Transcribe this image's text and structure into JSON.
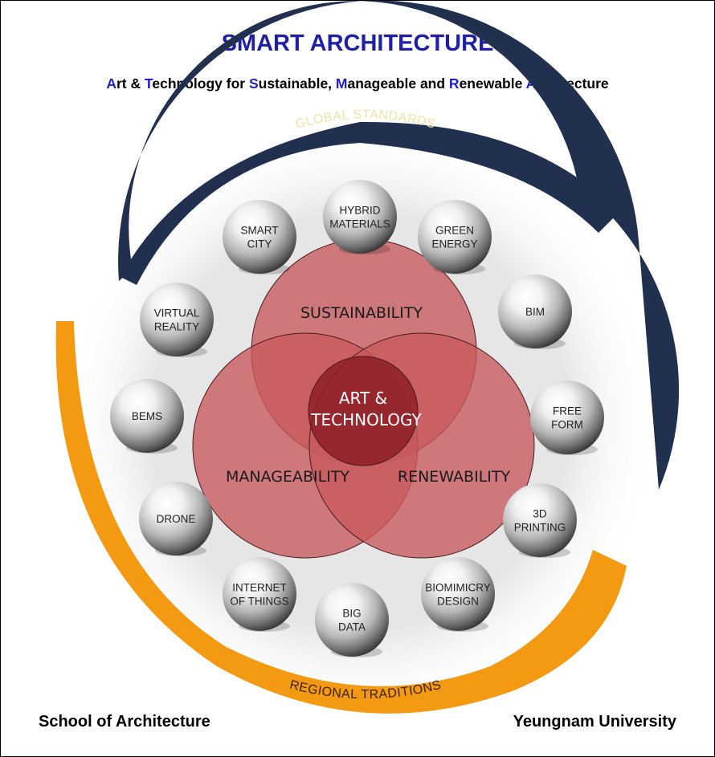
{
  "title": "SMART ARCHITECTURE",
  "subtitle": [
    {
      "hl": "A",
      "rest": "rt & "
    },
    {
      "hl": "T",
      "rest": "echnology for "
    },
    {
      "hl": "S",
      "rest": "ustainable, "
    },
    {
      "hl": "M",
      "rest": "anageable and "
    },
    {
      "hl": "R",
      "rest": "enewable "
    },
    {
      "hl": "A",
      "rest": "rchitecture"
    }
  ],
  "arcs": {
    "top": "GLOBAL STANDARDS",
    "bottom": "REGIONAL TRADITIONS"
  },
  "venn": {
    "top": "SUSTAINABILITY",
    "left": "MANAGEABILITY",
    "right": "RENEWABILITY",
    "center": [
      "ART &",
      "TECHNOLOGY"
    ]
  },
  "spheres": [
    {
      "lines": [
        "HYBRID",
        "MATERIALS"
      ]
    },
    {
      "lines": [
        "GREEN",
        "ENERGY"
      ]
    },
    {
      "lines": [
        "BIM"
      ]
    },
    {
      "lines": [
        "FREE",
        "FORM"
      ]
    },
    {
      "lines": [
        "3D",
        "PRINTING"
      ]
    },
    {
      "lines": [
        "BIOMIMICRY",
        "DESIGN"
      ]
    },
    {
      "lines": [
        "BIG",
        "DATA"
      ]
    },
    {
      "lines": [
        "INTERNET",
        "OF THINGS"
      ]
    },
    {
      "lines": [
        "DRONE"
      ]
    },
    {
      "lines": [
        "BEMS"
      ]
    },
    {
      "lines": [
        "VIRTUAL",
        "REALITY"
      ]
    },
    {
      "lines": [
        "SMART",
        "CITY"
      ]
    }
  ],
  "footer": {
    "left": "School of Architecture",
    "right": "Yeungnam University"
  },
  "colors": {
    "title": "#1f1fa8",
    "highlight": "#1f1fcc",
    "navy_arc": "#22304f",
    "orange_arc": "#f39a12",
    "venn_fill": "#c8585e",
    "overlap": "#a83038",
    "center": "#8e1f27"
  }
}
